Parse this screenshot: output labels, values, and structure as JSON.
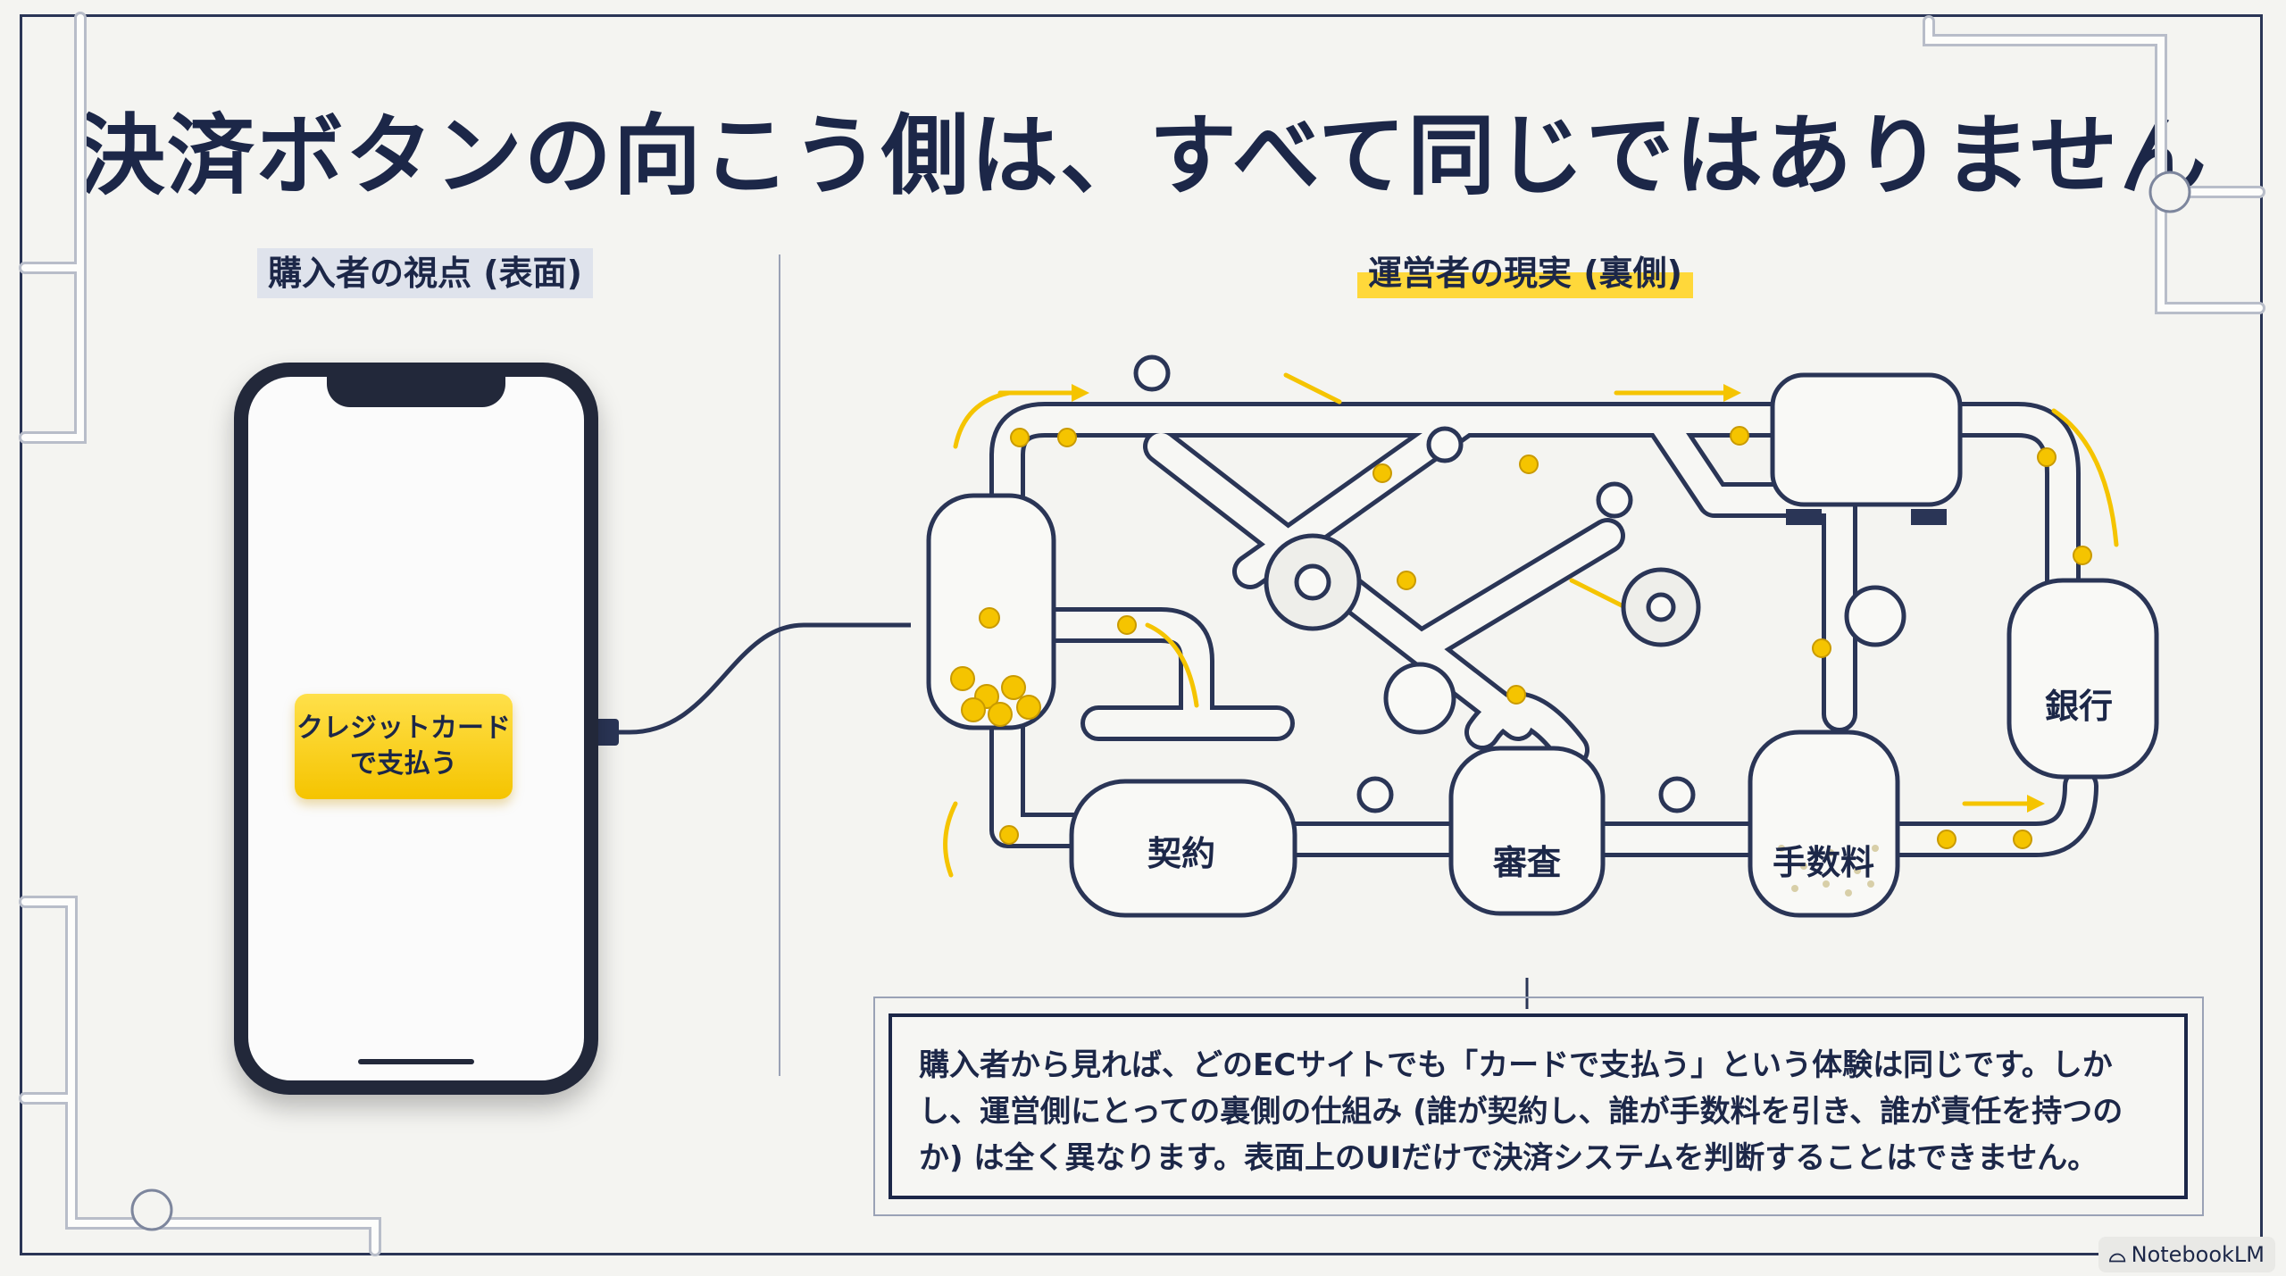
{
  "title": "決済ボタンの向こう側は、すべて同じではありません",
  "left_label": "購入者の視点 (表面)",
  "right_label": "運営者の現実 (裏側)",
  "phone": {
    "button_label": "クレジットカード\nで支払う"
  },
  "stations": {
    "contract": "契約",
    "review": "審査",
    "fee": "手数料",
    "bank": "銀行"
  },
  "caption": "購入者から見れば、どのECサイトでも「カードで支払う」という体験は同じです。しかし、運営側にとっての裏側の仕組み (誰が契約し、誰が手数料を引き、誰が責任を持つのか) は全く異なります。表面上のUIだけで決済システムを判断することはできません。",
  "watermark": "NotebookLM",
  "colors": {
    "navy": "#1c2748",
    "gold": "#f5c400",
    "highlight": "#ffd83a",
    "background": "#f4f4f1"
  },
  "icons": [
    "valve-icon",
    "gear-icon",
    "coin-icon",
    "flow-arrow-icon"
  ]
}
